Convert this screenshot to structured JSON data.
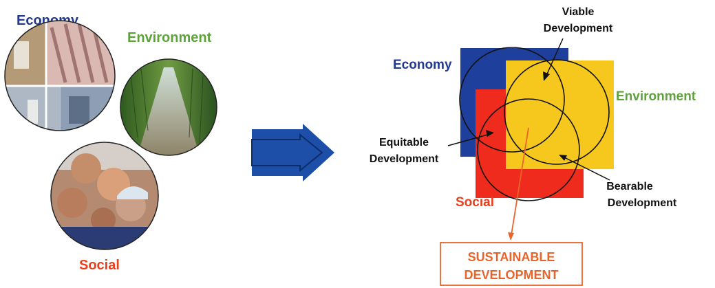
{
  "left_panel": {
    "economy_label": "Economy",
    "environment_label": "Environment",
    "social_label": "Social"
  },
  "right_panel": {
    "economy_label": "Economy",
    "environment_label": "Environment",
    "social_label": "Social",
    "viable_line1": "Viable",
    "viable_line2": "Development",
    "equitable_line1": "Equitable",
    "equitable_line2": "Development",
    "bearable_line1": "Bearable",
    "bearable_line2": "Development",
    "sustainable_line1": "SUSTAINABLE",
    "sustainable_line2": "DEVELOPMENT"
  },
  "colors": {
    "economy": "#213a8f",
    "environment": "#5da23a",
    "social": "#e8401c",
    "economy_square": "#1e3f9c",
    "environment_square": "#f6c81e",
    "social_square": "#ee2b1c",
    "arrow": "#1d4fa8",
    "sustainable_border": "#e8642a",
    "sustainable_text": "#e8642a",
    "callout_text": "#111111"
  }
}
